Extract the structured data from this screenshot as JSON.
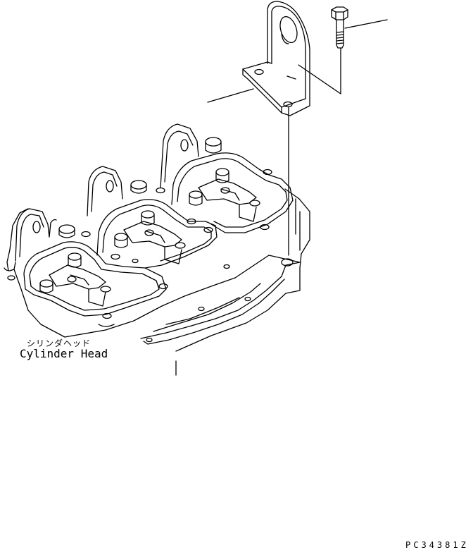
{
  "labels": {
    "part_name_jp": "シリンダヘッド",
    "part_name_en": "Cylinder Head"
  },
  "drawing_code": "PC34381Z",
  "colors": {
    "line": "#000000",
    "background": "#ffffff"
  }
}
